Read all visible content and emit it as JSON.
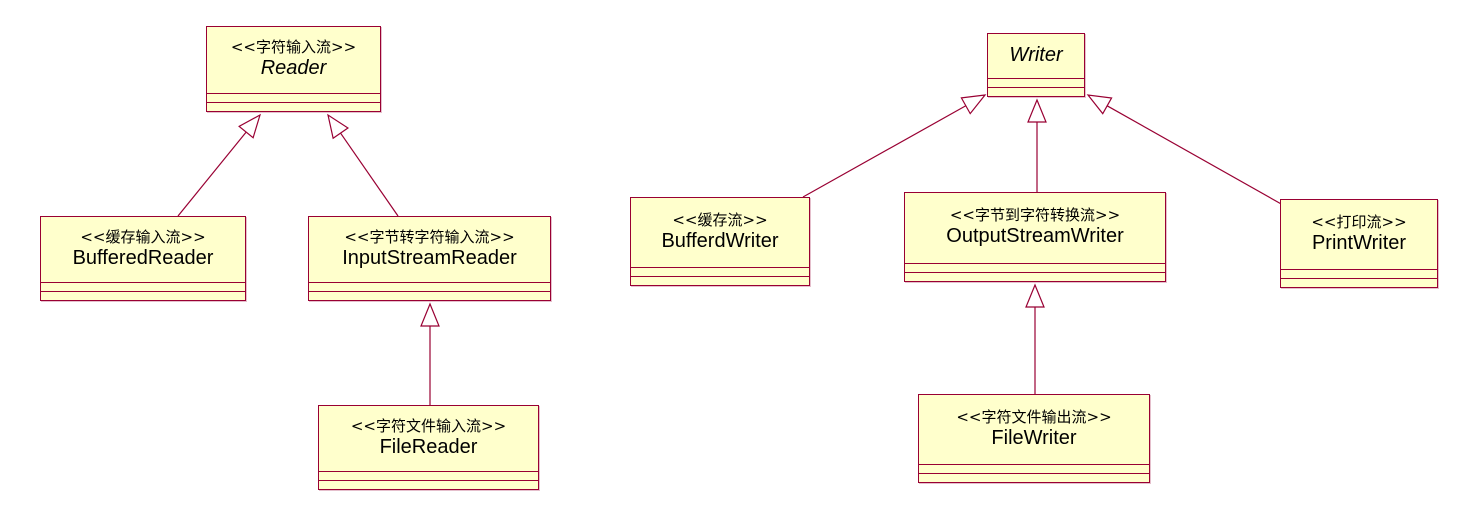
{
  "colors": {
    "class_fill": "#ffffcc",
    "line": "#990033"
  },
  "relationship": "generalization",
  "classes": [
    {
      "id": "reader",
      "stereotype": "<<字符输入流>>",
      "name": "Reader",
      "abstract": true
    },
    {
      "id": "buffered-reader",
      "stereotype": "<<缓存输入流>>",
      "name": "BufferedReader",
      "abstract": false
    },
    {
      "id": "input-stream-reader",
      "stereotype": "<<字节转字符输入流>>",
      "name": "InputStreamReader",
      "abstract": false
    },
    {
      "id": "file-reader",
      "stereotype": "<<字符文件输入流>>",
      "name": "FileReader",
      "abstract": false
    },
    {
      "id": "writer",
      "stereotype": "",
      "name": "Writer",
      "abstract": true
    },
    {
      "id": "bufferd-writer",
      "stereotype": "<<缓存流>>",
      "name": "BufferdWriter",
      "abstract": false
    },
    {
      "id": "output-stream-writer",
      "stereotype": "<<字节到字符转换流>>",
      "name": "OutputStreamWriter",
      "abstract": false
    },
    {
      "id": "print-writer",
      "stereotype": "<<打印流>>",
      "name": "PrintWriter",
      "abstract": false
    },
    {
      "id": "file-writer",
      "stereotype": "<<字符文件输出流>>",
      "name": "FileWriter",
      "abstract": false
    }
  ],
  "generalizations": [
    {
      "child": "buffered-reader",
      "parent": "reader"
    },
    {
      "child": "input-stream-reader",
      "parent": "reader"
    },
    {
      "child": "file-reader",
      "parent": "input-stream-reader"
    },
    {
      "child": "bufferd-writer",
      "parent": "writer"
    },
    {
      "child": "output-stream-writer",
      "parent": "writer"
    },
    {
      "child": "print-writer",
      "parent": "writer"
    },
    {
      "child": "file-writer",
      "parent": "output-stream-writer"
    }
  ]
}
